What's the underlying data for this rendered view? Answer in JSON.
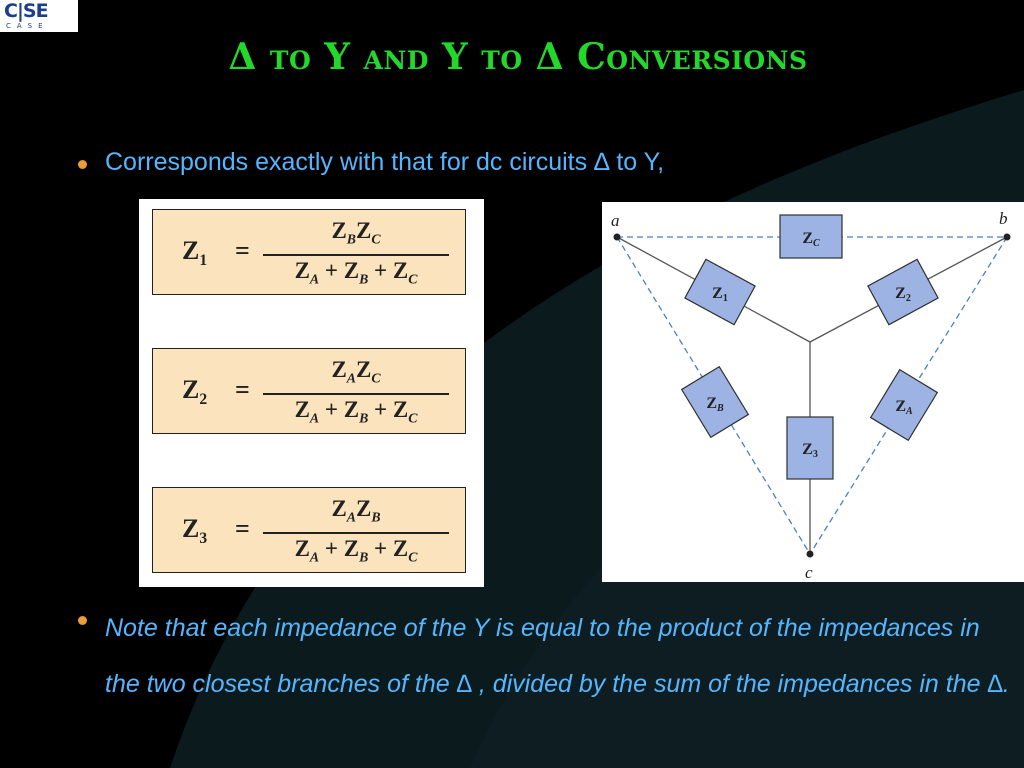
{
  "logo": {
    "main": "C|SE",
    "sub": "CASE"
  },
  "title": "Δ to Y and Y to Δ Conversions",
  "bullets": [
    "Corresponds exactly with that for dc circuits ∆ to Y,",
    "Note that each impedance of the Y is equal to the product of the impedances in the two closest branches of the ∆ , divided by the sum of the impedances in the ∆."
  ],
  "equations": [
    {
      "lhs": "Z",
      "lhs_sub": "1",
      "eq": "=",
      "num": [
        [
          "Z",
          "B"
        ],
        [
          "Z",
          "C"
        ]
      ],
      "den": [
        [
          "Z",
          "A"
        ],
        [
          "Z",
          "B"
        ],
        [
          "Z",
          "C"
        ]
      ]
    },
    {
      "lhs": "Z",
      "lhs_sub": "2",
      "eq": "=",
      "num": [
        [
          "Z",
          "A"
        ],
        [
          "Z",
          "C"
        ]
      ],
      "den": [
        [
          "Z",
          "A"
        ],
        [
          "Z",
          "B"
        ],
        [
          "Z",
          "C"
        ]
      ]
    },
    {
      "lhs": "Z",
      "lhs_sub": "3",
      "eq": "=",
      "num": [
        [
          "Z",
          "A"
        ],
        [
          "Z",
          "B"
        ]
      ],
      "den": [
        [
          "Z",
          "A"
        ],
        [
          "Z",
          "B"
        ],
        [
          "Z",
          "C"
        ]
      ]
    }
  ],
  "diagram": {
    "nodes": [
      "a",
      "b",
      "c"
    ],
    "impedances": {
      "zc": [
        "Z",
        "C"
      ],
      "z1": [
        "Z",
        "1"
      ],
      "z2": [
        "Z",
        "2"
      ],
      "zb": [
        "Z",
        "B"
      ],
      "za": [
        "Z",
        "A"
      ],
      "z3": [
        "Z",
        "3"
      ]
    },
    "colors": {
      "box_fill": "#9db3e4",
      "box_stroke": "#2f2f2f",
      "delta_line": "#4a7fc8",
      "wye_line": "#555555"
    }
  },
  "colors": {
    "title": "#22d82a",
    "bullet_text": "#55b6ff",
    "bullet_dot": "#ec9c3c",
    "eq_box": "#fbe4bd"
  }
}
